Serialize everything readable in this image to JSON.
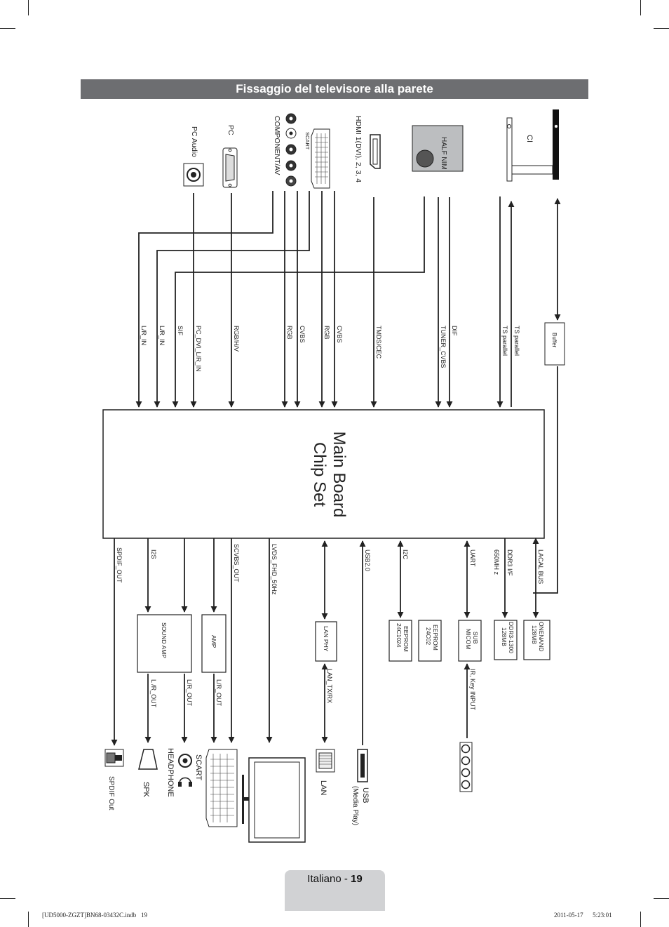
{
  "header": {
    "title": "Fissaggio del televisore alla parete"
  },
  "main_board": {
    "line1": "Main Board",
    "line2": "Chip Set"
  },
  "inputs": {
    "ci": "CI",
    "half_nim": "HALF NIM",
    "hdmi": "HDMI 1(DVI), 2, 3, 4",
    "scart": "SCART",
    "component_av": "COMPONENT/AV",
    "pc": "PC",
    "pc_audio": "PC Audio"
  },
  "signals_in": {
    "buffer": "Buffer",
    "ts_parallel_1": "TS parallel",
    "ts_parallel_2": "TS parallel",
    "dif": "DIF",
    "tuner_cvbs": "TUNER_CVBS",
    "tmds": "TMDS/CEC",
    "cvbs_1": "CVBS",
    "rgb_1": "RGB",
    "cvbs_2": "CVBS",
    "rgb_2": "RGB",
    "rgb_hv": "RGB/H/V",
    "pc_dvi": "PC_DVI_L/R_IN",
    "sif": "SIF",
    "lr_in_1": "L/R_IN",
    "lr_in_2": "L/R_IN"
  },
  "signals_out": {
    "lacal_bus": "LACAL BUS",
    "ddr3": "DDR3 I/F",
    "ddr3_freq": "650MH z",
    "uart": "UART",
    "i2c": "I2C",
    "usb20": "USB2.0",
    "lvds": "LVDS_FHD_50Hz",
    "scvbs": "SCVBS_OUT",
    "i2s": "I2S",
    "spdif": "SPDIF_OUT",
    "ir_key": "IR, Key INPUT",
    "lan_txrx": "LAN_TX/RX",
    "lr_out_amp": "L/R_OUT",
    "lr_out_1": "L/R_OUT",
    "lr_out_2": "L /R_OUT"
  },
  "blocks": {
    "onenand_1": "ONENAND",
    "onenand_2": "128MB",
    "ddr3_1": "DDR3-1300",
    "ddr3_2": "128MB",
    "sub_micom_1": "SUB",
    "sub_micom_2": "MICOM",
    "eeprom_a_1": "EEPROM",
    "eeprom_a_2": "24C02",
    "eeprom_b_1": "EEPROM",
    "eeprom_b_2": "24C1024",
    "lan_phy": "LAN PHY",
    "amp": "AMP",
    "sound_amp": "SOUND AMP"
  },
  "outputs": {
    "usb_1": "USB",
    "usb_2": "(Media Play)",
    "lan": "LAN",
    "scart": "SCART",
    "headphone": "HEADPHONE",
    "spk": "SPK",
    "spdif_out": "SPDIF Out"
  },
  "footer": {
    "page_label": "Italiano - ",
    "page_number": "19",
    "file": "[UD5000-ZGZT]BN68-03432C.indb   19",
    "timestamp": "2011-05-17      5:23:01"
  }
}
